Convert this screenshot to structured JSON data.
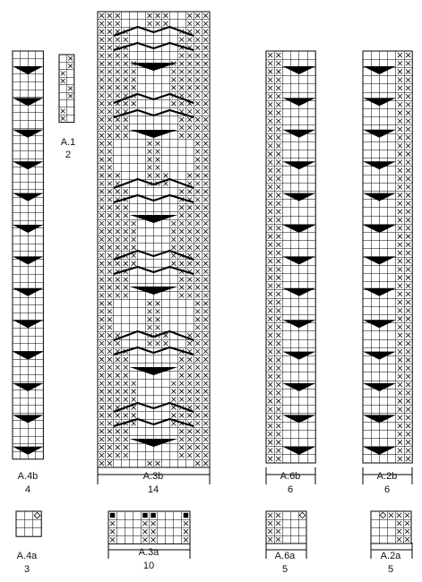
{
  "diagrams": {
    "A4b": {
      "name": "A.4b",
      "count": "4"
    },
    "A1": {
      "name": "A.1",
      "count": "2"
    },
    "A3b": {
      "name": "A.3b",
      "count": "14"
    },
    "A6b": {
      "name": "A.6b",
      "count": "6"
    },
    "A2b": {
      "name": "A.2b",
      "count": "6"
    },
    "A4a": {
      "name": "A.4a",
      "count": "3"
    },
    "A3a": {
      "name": "A.3a",
      "count": "10"
    },
    "A6a": {
      "name": "A.6a",
      "count": "5"
    },
    "A2a": {
      "name": "A.2a",
      "count": "5"
    }
  },
  "colors": {
    "grid_line": "#000000",
    "background": "#ffffff",
    "symbol": "#000000"
  },
  "symbols": [
    "cross-stitch-symbol",
    "decrease-wedge-symbol",
    "cable-line-symbol",
    "diamond-symbol",
    "filled-square-symbol"
  ]
}
